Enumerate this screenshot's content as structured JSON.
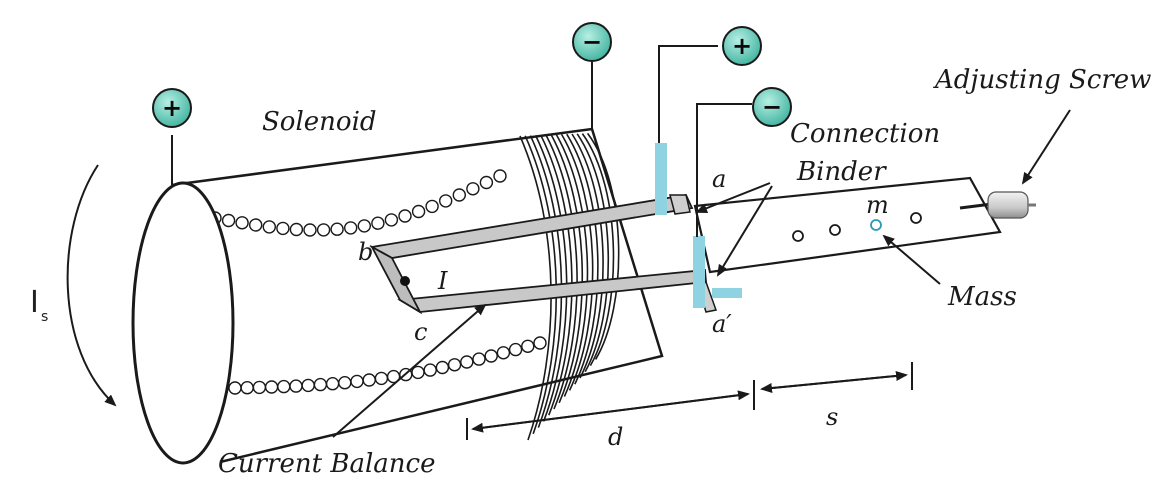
{
  "labels": {
    "solenoid": "Solenoid",
    "adjusting_screw": "Adjusting Screw",
    "connection": "Connection",
    "binder": "Binder",
    "mass": "Mass",
    "current_balance": "Current Balance",
    "point_a": "a",
    "point_a_prime": "a′",
    "point_b": "b",
    "point_c": "c",
    "current_I": "I",
    "mass_m": "m",
    "dist_d": "d",
    "dist_s": "s",
    "current_Is_main": "I",
    "current_Is_sub": "s"
  },
  "terminals": {
    "solenoid_left": "+",
    "solenoid_right": "−",
    "balance_top": "+",
    "balance_bottom": "−"
  },
  "colors": {
    "terminal_fill": "#5fc9b8",
    "binder_highlight": "#8fd3e3",
    "balance_fill": "#c8c8c8",
    "ink": "#1a1a1a"
  }
}
